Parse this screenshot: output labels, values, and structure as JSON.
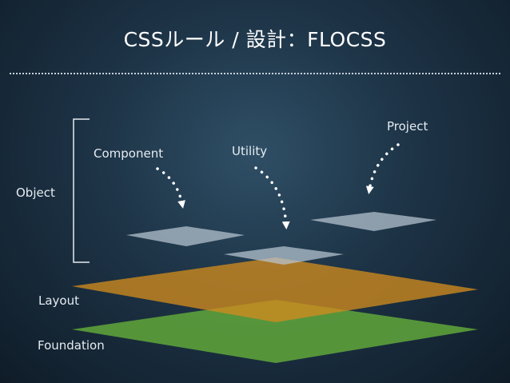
{
  "title": "CSSルール / 設計：FLOCSS",
  "labels": {
    "project": "Project",
    "utility": "Utility",
    "component": "Component",
    "object": "Object",
    "layout": "Layout",
    "foundation": "Foundation"
  },
  "colors": {
    "background": "#1d3346",
    "foundation_layer": "#5fa33a",
    "layout_layer": "#d08a1e",
    "object_layer": "#b8c6d2",
    "text": "#e6ecf1"
  }
}
